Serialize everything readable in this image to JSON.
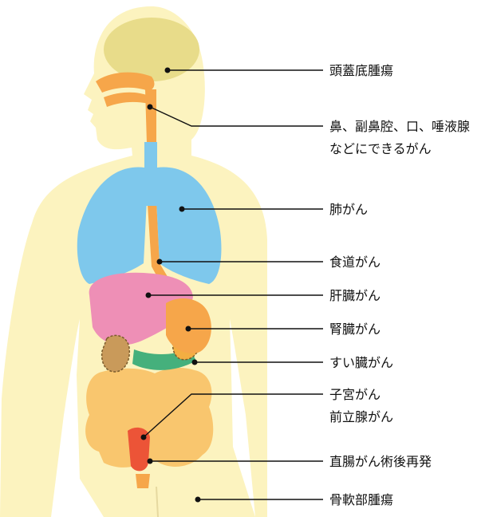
{
  "labels": [
    {
      "id": "brain",
      "text": "頭蓋底腫瘍"
    },
    {
      "id": "headneck_1",
      "text": "鼻、副鼻腔、口、唾液腺"
    },
    {
      "id": "headneck_2",
      "text": "などにできるがん"
    },
    {
      "id": "lung",
      "text": "肺がん"
    },
    {
      "id": "esophagus",
      "text": "食道がん"
    },
    {
      "id": "liver",
      "text": "肝臓がん"
    },
    {
      "id": "kidney",
      "text": "腎臓がん"
    },
    {
      "id": "pancreas",
      "text": "すい臓がん"
    },
    {
      "id": "uterus_1",
      "text": "子宮がん"
    },
    {
      "id": "uterus_2",
      "text": "前立腺がん"
    },
    {
      "id": "rectum",
      "text": "直腸がん術後再発"
    },
    {
      "id": "bone",
      "text": "骨軟部腫瘍"
    }
  ],
  "colors": {
    "body": "#fcf3bf",
    "brain": "#e8dc8a",
    "airway": "#f6a64a",
    "lung": "#7ec8ec",
    "liver": "#ee8fb6",
    "kidney": "#f3ae42",
    "kidney_outline": "#7a5b2c",
    "pancreas": "#45b07c",
    "intestine": "#f9c66e",
    "rectum": "#ec5437",
    "leader_line": "#111111"
  }
}
